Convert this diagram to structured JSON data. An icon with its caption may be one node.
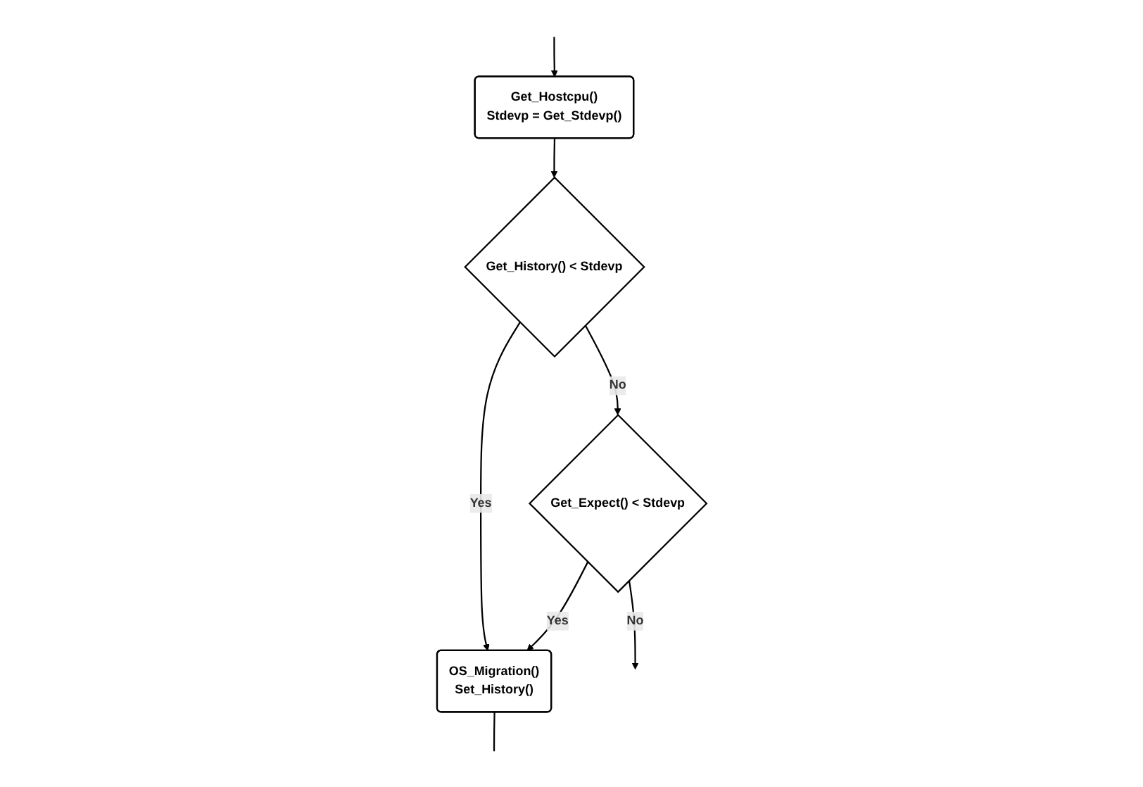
{
  "diagram": {
    "nodes": [
      {
        "text": [
          "Get_Hostcpu()",
          "Stdevp = Get_Stdevp()"
        ]
      },
      {
        "text": [
          "Get_History() < Stdevp"
        ]
      },
      {
        "text": [
          "Get_Expect() < Stdevp"
        ]
      },
      {
        "text": [
          "OS_Migration()",
          "Set_History()"
        ]
      }
    ],
    "edges": [
      {
        "from": 0,
        "to": 1,
        "arrow": "to"
      },
      {
        "from": 1,
        "to": 2,
        "arrow": "to",
        "label": "No"
      },
      {
        "from": 2,
        "to": null,
        "arrow": "to",
        "label": "No"
      },
      {
        "from": 1,
        "to": 3,
        "arrow": "to",
        "label": "Yes"
      },
      {
        "from": 2,
        "to": 3,
        "arrow": "to",
        "label": "Yes"
      },
      {
        "from": 3,
        "to": null,
        "arrow": "none"
      },
      {
        "from": null,
        "to": 0,
        "arrow": "to"
      }
    ]
  }
}
